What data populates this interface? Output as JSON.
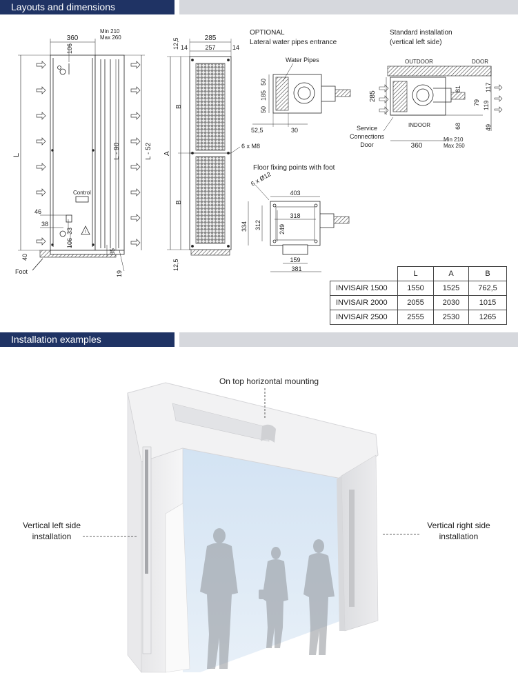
{
  "sections": {
    "layouts": "Layouts and dimensions",
    "installation": "Installation examples"
  },
  "front_view": {
    "width_360": "360",
    "min_max": [
      "Min 210",
      "Max 260"
    ],
    "dim_106_top": "106",
    "L": "L",
    "L_90": "L - 90",
    "L_52": "L - 52",
    "control": "Control",
    "dim_46": "46",
    "dim_38": "38",
    "dim_33": "33",
    "dim_106_bottom": "106",
    "dim_40": "40",
    "dim_85": "85",
    "dim_19": "19",
    "foot": "Foot"
  },
  "side_view": {
    "dim_12_5_top": "12,5",
    "dim_285": "285",
    "dim_14_left": "14",
    "dim_257": "257",
    "dim_14_right": "14",
    "B_top": "B",
    "A": "A",
    "B_bottom": "B",
    "dim_12_5_bottom": "12,5",
    "m8": "6 x M8"
  },
  "optional": {
    "title": [
      "OPTIONAL",
      "Lateral water pipes entrance"
    ],
    "water_pipes": "Water Pipes",
    "dim_50_top": "50",
    "dim_185": "185",
    "dim_50_bottom": "50",
    "dim_52_5": "52,5",
    "dim_30": "30"
  },
  "standard": {
    "title": [
      "Standard installation",
      "(vertical left side)"
    ],
    "outdoor": "OUTDOOR",
    "door": "DOOR",
    "indoor": "INDOOR",
    "dim_285": "285",
    "dim_81": "81",
    "dim_117": "117",
    "dim_79": "79",
    "dim_119": "119",
    "dim_68": "68",
    "dim_49": "49",
    "service": [
      "Service",
      "Connections",
      "Door"
    ],
    "dim_360": "360",
    "min_max": [
      "Min 210",
      "Max 260"
    ]
  },
  "floor": {
    "title": "Floor fixing points with foot",
    "holes": "6 x Ø12",
    "dim_403": "403",
    "dim_318": "318",
    "dim_334": "334",
    "dim_312": "312",
    "dim_249": "249",
    "dim_159": "159",
    "dim_381": "381"
  },
  "table": {
    "headers": [
      "",
      "L",
      "A",
      "B"
    ],
    "rows": [
      [
        "INVISAIR 1500",
        "1550",
        "1525",
        "762,5"
      ],
      [
        "INVISAIR 2000",
        "2055",
        "2030",
        "1015"
      ],
      [
        "INVISAIR 2500",
        "2555",
        "2530",
        "1265"
      ]
    ]
  },
  "installation": {
    "top": "On top horizontal mounting",
    "left": [
      "Vertical left side",
      "installation"
    ],
    "right": [
      "Vertical right side",
      "installation"
    ]
  },
  "colors": {
    "header_dark": "#1f3364",
    "header_light": "#d6d8dd",
    "sky": "#c9dcf0"
  }
}
